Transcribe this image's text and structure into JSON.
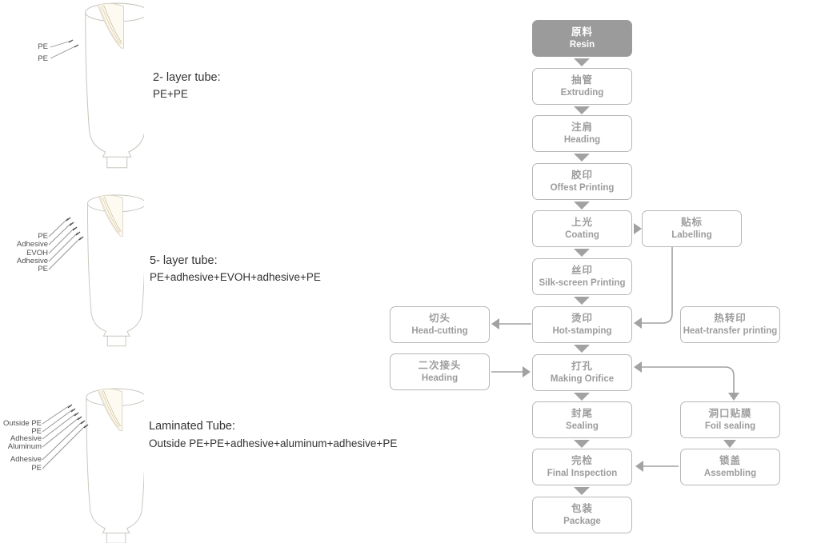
{
  "figures": [
    {
      "title": "2-  layer tube:",
      "formula": "PE+PE",
      "layers": [
        "PE",
        "PE"
      ]
    },
    {
      "title": "5-  layer tube:",
      "formula": "PE+adhesive+EVOH+adhesive+PE",
      "layers": [
        "PE",
        "Adhesive",
        "EVOH",
        "Adhesive",
        "PE"
      ]
    },
    {
      "title": "Laminated Tube:",
      "formula": "Outside PE+PE+adhesive+aluminum+adhesive+PE",
      "layers": [
        "Outside PE",
        "PE",
        "Adhesive",
        "Aluminum",
        "Adhesive",
        "PE"
      ]
    }
  ],
  "flow": {
    "nodes": {
      "resin": {
        "cn": "原料",
        "en": "Resin"
      },
      "extruding": {
        "cn": "抽管",
        "en": "Extruding"
      },
      "heading": {
        "cn": "注肩",
        "en": "Heading"
      },
      "offset_printing": {
        "cn": "胶印",
        "en": "Offest Printing"
      },
      "coating": {
        "cn": "上光",
        "en": "Coating"
      },
      "labelling": {
        "cn": "贴标",
        "en": "Labelling"
      },
      "silk_screen": {
        "cn": "丝印",
        "en": "Silk-screen Printing"
      },
      "head_cutting": {
        "cn": "切头",
        "en": "Head-cutting"
      },
      "hot_stamping": {
        "cn": "烫印",
        "en": "Hot-stamping"
      },
      "heat_transfer": {
        "cn": "热转印",
        "en": "Heat-transfer printing"
      },
      "heading2": {
        "cn": "二次接头",
        "en": "Heading"
      },
      "making_orifice": {
        "cn": "打孔",
        "en": "Making Orifice"
      },
      "sealing": {
        "cn": "封尾",
        "en": "Sealing"
      },
      "foil_sealing": {
        "cn": "洞口贴膜",
        "en": "Foil sealing"
      },
      "final_inspection": {
        "cn": "完检",
        "en": "Final Inspection"
      },
      "assembling": {
        "cn": "锁盖",
        "en": "Assembling"
      },
      "package": {
        "cn": "包装",
        "en": "Package"
      }
    },
    "edges": [
      "Resin → Extruding",
      "Extruding → Heading",
      "Heading → Offest Printing",
      "Offest Printing → Coating",
      "Coating → Labelling",
      "Coating → Silk-screen Printing",
      "Labelling → Hot-stamping",
      "Silk-screen Printing → Hot-stamping",
      "Hot-stamping → Head-cutting",
      "Hot-stamping → Making Orifice",
      "Heading (2nd) → Making Orifice",
      "Making Orifice ↔ Foil sealing",
      "Making Orifice → Sealing",
      "Sealing → Final Inspection",
      "Foil sealing → Assembling",
      "Assembling → Final Inspection",
      "Final Inspection → Package"
    ]
  },
  "colors": {
    "box_border": "#b7b7b7",
    "box_text": "#9c9c9c",
    "resin_fill": "#9b9b9b",
    "arrow": "#a2a2a2",
    "caption_text": "#333333",
    "tube_outline": "#c9c6bd"
  }
}
